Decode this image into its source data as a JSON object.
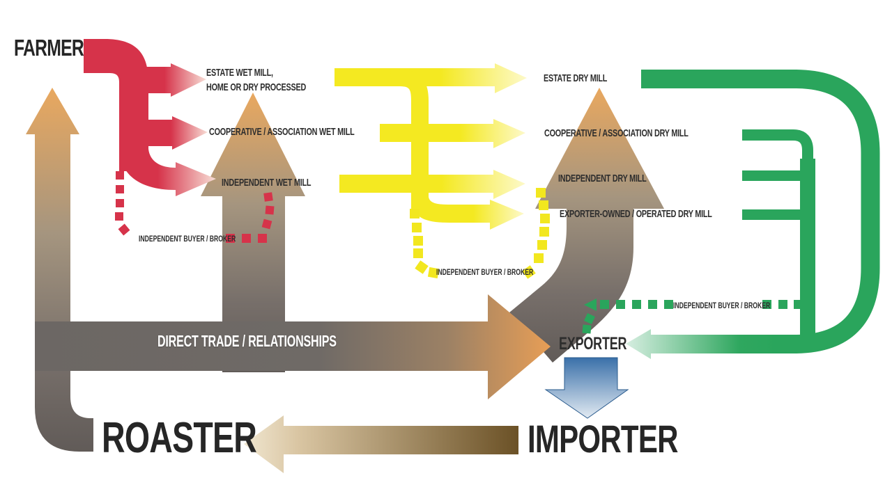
{
  "nodes": {
    "farmer": "FARMER",
    "exporter": "EXPORTER",
    "importer": "IMPORTER",
    "roaster": "ROASTER"
  },
  "wet_mills": {
    "estate_line1": "ESTATE WET MILL,",
    "estate_line2": "HOME OR DRY PROCESSED",
    "cooperative": "COOPERATIVE / ASSOCIATION WET MILL",
    "independent": "INDEPENDENT WET MILL"
  },
  "dry_mills": {
    "estate": "ESTATE DRY MILL",
    "cooperative": "COOPERATIVE / ASSOCIATION DRY MILL",
    "independent": "INDEPENDENT DRY MILL",
    "exporter_owned": "EXPORTER-OWNED / OPERATED DRY MILL"
  },
  "brokers": {
    "farmer_stage": "INDEPENDENT BUYER / BROKER",
    "wet_mill_stage": "INDEPENDENT BUYER / BROKER",
    "dry_mill_stage": "INDEPENDENT BUYER / BROKER"
  },
  "direct_trade": {
    "label": "DIRECT TRADE / RELATIONSHIPS"
  },
  "colors": {
    "farmer_flow_red": "#d6334a",
    "wet_to_dry_yellow": "#f4e921",
    "dry_to_exporter_green": "#2aa55c",
    "direct_trade_gray": "#6c6764",
    "direct_trade_orange": "#e79e56",
    "exporter_to_importer_blue": "#3a70a9",
    "importer_to_roaster_brown": "#6b5126",
    "label_text": "#2d2d2d"
  }
}
